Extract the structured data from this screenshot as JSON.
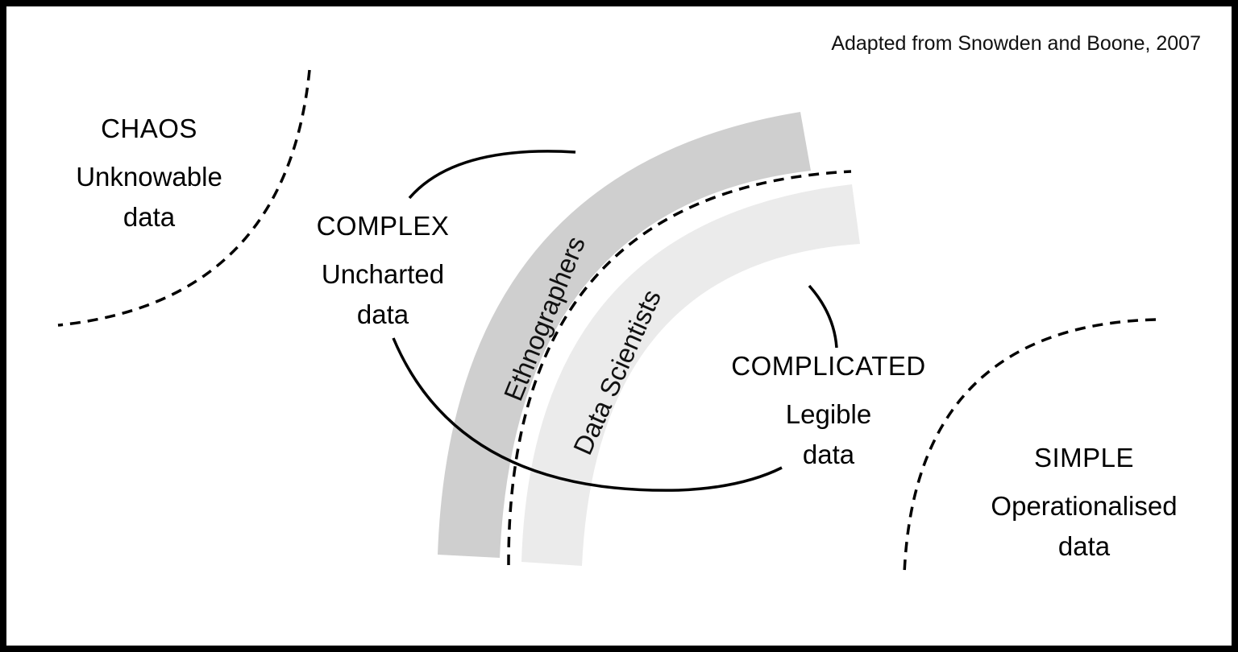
{
  "source": "Adapted from Snowden and Boone, 2007",
  "domains": {
    "chaos": {
      "title": "CHAOS",
      "line1": "Unknowable",
      "line2": "data"
    },
    "complex": {
      "title": "COMPLEX",
      "line1": "Uncharted",
      "line2": "data"
    },
    "complicated": {
      "title": "COMPLICATED",
      "line1": "Legible",
      "line2": "data"
    },
    "simple": {
      "title": "SIMPLE",
      "line1": "Operationalised",
      "line2": "data"
    }
  },
  "bands": {
    "ethnographers": "Ethnographers",
    "data_scientists": "Data Scientists"
  },
  "colors": {
    "ethnographers_band": "#cfcfcf",
    "data_scientists_band": "#ebebeb",
    "stroke": "#000000"
  }
}
